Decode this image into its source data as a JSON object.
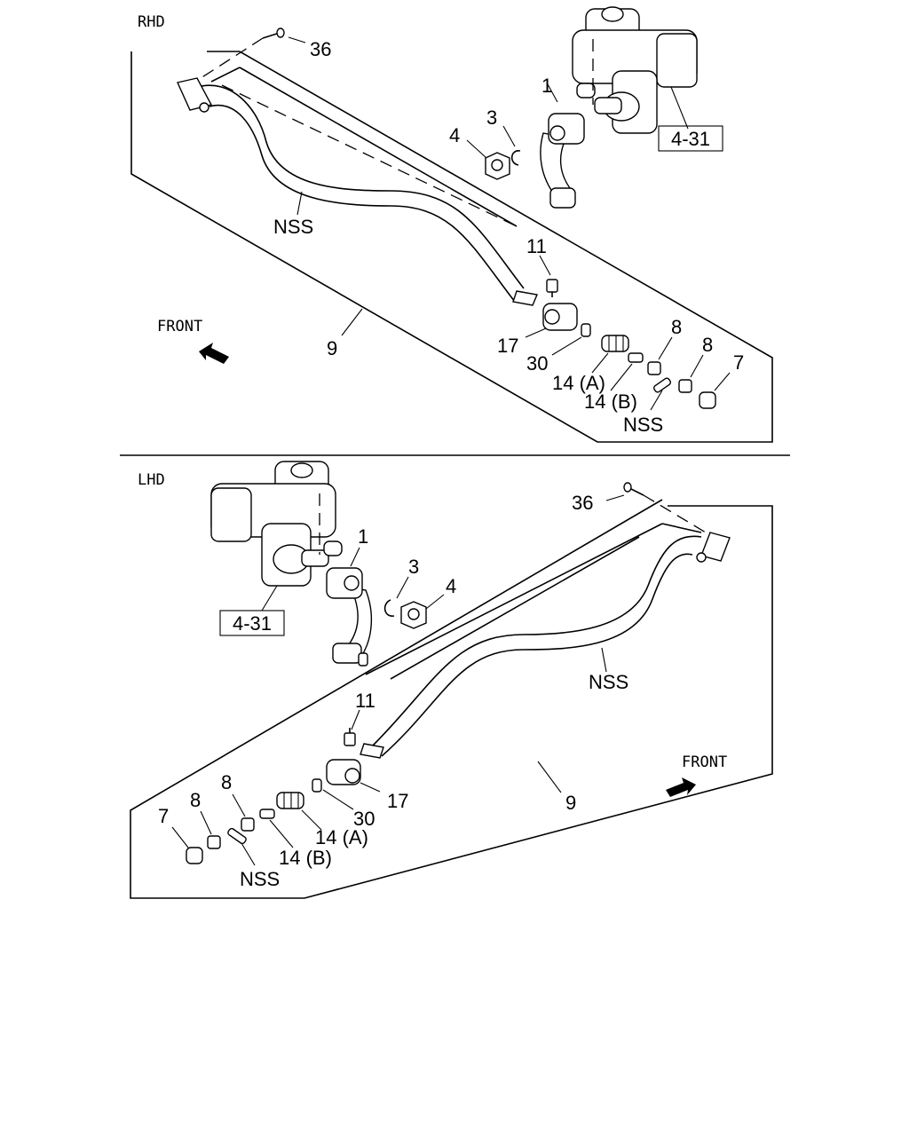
{
  "rhd": {
    "header": "RHD",
    "front": "FRONT",
    "labels": {
      "bolt": "36",
      "arm": "1",
      "washer": "3",
      "nut": "4",
      "ref": "4-31",
      "nss_bar": "NSS",
      "fitting": "11",
      "end": "17",
      "seat": "30",
      "spring_a": "14 (A)",
      "spring_b": "14 (B)",
      "plug_a": "8",
      "plug_b": "8",
      "cap": "7",
      "nss_stud": "NSS",
      "rod": "9"
    }
  },
  "lhd": {
    "header": "LHD",
    "front": "FRONT",
    "labels": {
      "bolt": "36",
      "arm": "1",
      "washer": "3",
      "nut": "4",
      "ref": "4-31",
      "nss_bar": "NSS",
      "fitting": "11",
      "end": "17",
      "seat": "30",
      "spring_a": "14 (A)",
      "spring_b": "14 (B)",
      "plug_a": "8",
      "plug_b": "8",
      "cap": "7",
      "nss_stud": "NSS",
      "rod": "9"
    }
  }
}
